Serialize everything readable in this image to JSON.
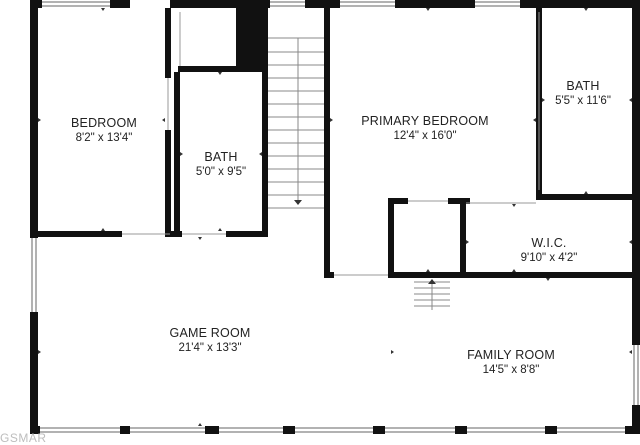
{
  "rooms": [
    {
      "id": "bedroom",
      "name": "BEDROOM",
      "dims": "8'2\" x 13'4\""
    },
    {
      "id": "bath-left",
      "name": "BATH",
      "dims": "5'0\" x 9'5\""
    },
    {
      "id": "primary-bedroom",
      "name": "PRIMARY BEDROOM",
      "dims": "12'4\" x 16'0\""
    },
    {
      "id": "bath-right",
      "name": "BATH",
      "dims": "5'5\" x 11'6\""
    },
    {
      "id": "wic",
      "name": "W.I.C.",
      "dims": "9'10\" x 4'2\""
    },
    {
      "id": "game-room",
      "name": "GAME ROOM",
      "dims": "21'4\" x 13'3\""
    },
    {
      "id": "family-room",
      "name": "FAMILY ROOM",
      "dims": "14'5\" x 8'8\""
    }
  ],
  "watermark": "GSMAR",
  "colors": {
    "wall": "#111111",
    "background": "#ffffff",
    "line": "#555555",
    "text": "#222222"
  }
}
